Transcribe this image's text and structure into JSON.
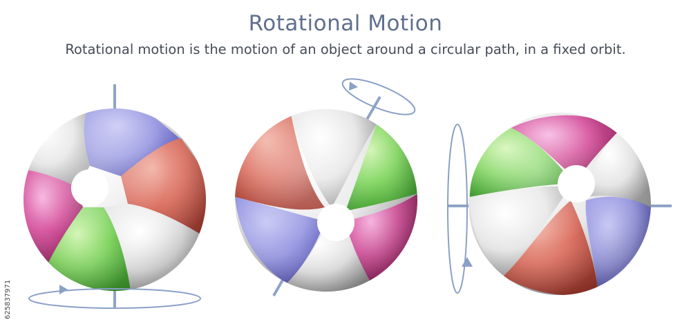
{
  "header": {
    "title": "Rotational Motion",
    "subtitle": "Rotational motion is the motion of an object around a circular path, in a fixed orbit."
  },
  "side_code": "625837971",
  "colors": {
    "axis": "#8fa3c7",
    "arrow": "#8aa0c6",
    "white_panel": "#d7d7d7",
    "blue_panel": "#8f8fdf",
    "red_panel": "#d86a5c",
    "pink_panel": "#c94a93",
    "green_panel": "#6cc44f"
  },
  "balls": [
    {
      "name": "ball-vertical-axis",
      "axis": "vertical",
      "rotation_arrow": "horizontal-ellipse-bottom"
    },
    {
      "name": "ball-tilted-axis",
      "axis": "tilted",
      "rotation_arrow": "tilted-ellipse-top"
    },
    {
      "name": "ball-horizontal-axis",
      "axis": "horizontal",
      "rotation_arrow": "vertical-ellipse-left"
    }
  ]
}
